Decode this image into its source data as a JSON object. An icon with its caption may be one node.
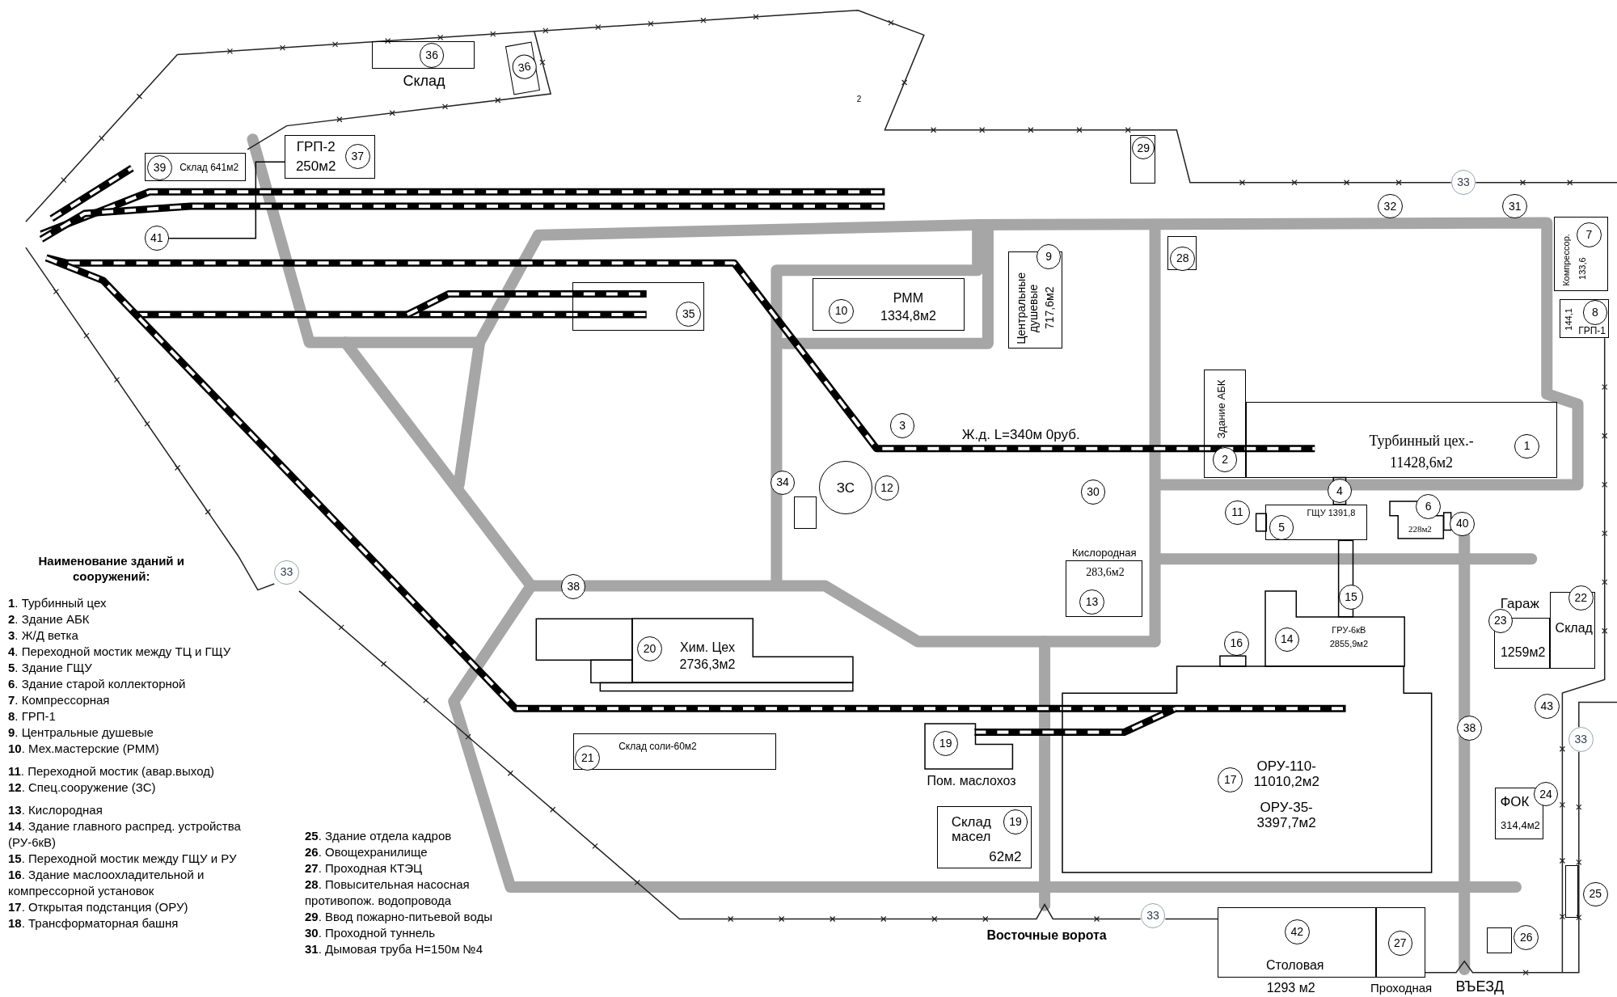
{
  "diagram": {
    "nodes": [
      {
        "text": [
          "Склад"
        ]
      },
      {
        "text": [
          "36"
        ],
        "in": 0
      },
      {
        "text": [],
        "shape": "box"
      },
      {
        "text": [
          "36"
        ],
        "in": 2
      },
      {
        "text": [
          "Склад 641м2"
        ]
      },
      {
        "text": [
          "39"
        ],
        "in": 4
      },
      {
        "text": [
          "ГРП-2",
          "250м2"
        ]
      },
      {
        "text": [
          "37"
        ],
        "in": 6
      },
      {
        "text": [
          "41"
        ]
      },
      {
        "text": [],
        "shape": "box"
      },
      {
        "text": [
          "35"
        ],
        "in": 9
      },
      {
        "text": [
          "РММ",
          "1334,8м2"
        ]
      },
      {
        "text": [
          "10"
        ],
        "in": 11
      },
      {
        "text": [
          "Центральные душевые",
          "717,6м2"
        ]
      },
      {
        "text": [
          "9"
        ]
      },
      {
        "text": [],
        "shape": "box"
      },
      {
        "text": [
          "28"
        ],
        "in": 15
      },
      {
        "text": [],
        "shape": "box"
      },
      {
        "text": [
          "29"
        ],
        "in": 17
      },
      {
        "text": [
          "33"
        ]
      },
      {
        "text": [
          "32"
        ]
      },
      {
        "text": [
          "31"
        ]
      },
      {
        "text": [
          "Компрессор.",
          "133,6"
        ]
      },
      {
        "text": [
          "7"
        ],
        "in": 22
      },
      {
        "text": [
          "144,1",
          "ГРП-1"
        ]
      },
      {
        "text": [
          "8"
        ],
        "in": 24
      },
      {
        "text": [
          "Здание АБК"
        ]
      },
      {
        "text": [
          "2"
        ],
        "in": 26
      },
      {
        "text": [
          "Турбинный цех.-",
          "11428,6м2"
        ]
      },
      {
        "text": [
          "1"
        ],
        "in": 28
      },
      {
        "text": [
          "3"
        ]
      },
      {
        "text": [
          "34"
        ]
      },
      {
        "text": [
          "ЗС"
        ]
      },
      {
        "text": [
          "12"
        ]
      },
      {
        "text": [],
        "shape": "box"
      },
      {
        "text": [
          "30"
        ]
      },
      {
        "text": [
          "4"
        ]
      },
      {
        "text": [
          "11"
        ]
      },
      {
        "text": [
          "ГЩУ 1391,8"
        ]
      },
      {
        "text": [
          "5"
        ],
        "in": 38
      },
      {
        "text": [
          "228м2"
        ]
      },
      {
        "text": [
          "6"
        ]
      },
      {
        "text": [
          "40"
        ]
      },
      {
        "text": [
          "Кислородная",
          "283,6м2"
        ]
      },
      {
        "text": [
          "13"
        ],
        "in": 43
      },
      {
        "text": [
          "38"
        ]
      },
      {
        "text": [
          "Хим. Цех",
          "2736,3м2"
        ]
      },
      {
        "text": [
          "20"
        ],
        "in": 46
      },
      {
        "text": [
          "ГРУ-6кВ",
          "2855,9м2"
        ]
      },
      {
        "text": [
          "14"
        ],
        "in": 48
      },
      {
        "text": [
          "15"
        ]
      },
      {
        "text": [
          "16"
        ]
      },
      {
        "text": [
          "ОРУ-110- 11010,2м2",
          "ОРУ-35- 3397,7м2"
        ]
      },
      {
        "text": [
          "17"
        ],
        "in": 52
      },
      {
        "text": [
          "Гараж",
          "1259м2"
        ]
      },
      {
        "text": [
          "23"
        ]
      },
      {
        "text": [
          "Склад"
        ]
      },
      {
        "text": [
          "22"
        ]
      },
      {
        "text": [
          "43"
        ]
      },
      {
        "text": [
          "38"
        ]
      },
      {
        "text": [
          "Склад соли-60м2"
        ]
      },
      {
        "text": [
          "21"
        ],
        "in": 60
      },
      {
        "text": [
          "Пом. маслохоз"
        ]
      },
      {
        "text": [
          "19"
        ],
        "in": 62
      },
      {
        "text": [
          "33"
        ]
      },
      {
        "text": [
          "ФОК",
          "314,4м2"
        ]
      },
      {
        "text": [
          "24"
        ]
      },
      {
        "text": [
          "Склад масел",
          "62м2"
        ]
      },
      {
        "text": [
          "19"
        ],
        "in": 67
      },
      {
        "text": [],
        "shape": "box"
      },
      {
        "text": [
          "25"
        ]
      },
      {
        "text": [
          "33"
        ]
      },
      {
        "text": [
          "Столовая",
          "1293 м2"
        ]
      },
      {
        "text": [
          "42"
        ],
        "in": 72
      },
      {
        "text": [
          "Проходная"
        ]
      },
      {
        "text": [
          "27"
        ],
        "in": 74
      },
      {
        "text": [],
        "shape": "box"
      },
      {
        "text": [
          "26"
        ]
      },
      {
        "text": [
          "33"
        ]
      }
    ],
    "edges": [
      {
        "from": 8,
        "to": 6,
        "arrow": "none"
      }
    ],
    "labels": [
      "2",
      "Ж.д. L=340м 0руб.",
      "Наименование зданий и сооружений:",
      "**1**. Турбинный цех",
      "**2**. Здание АБК",
      "**3**. Ж/Д ветка",
      "**4**. Переходной мостик между ТЦ и ГЩУ",
      "**5**. Здание ГЩУ",
      "**6**. Здание старой коллекторной",
      "**7**. Компрессорная",
      "**8**. ГРП-1",
      "**9**. Центральные душевые",
      "**10**. Мех.мастерские (РММ)",
      "**11**. Переходной мостик (авар.выход)",
      "**12**. Спец.сооружение (ЗС)",
      "**13**. Кислородная",
      "**14**. Здание главного распред. устройства (РУ-6кВ)",
      "**15**. Переходной мостик между ГЩУ и РУ",
      "**16**. Здание маслоохладительной и компрессорной установок",
      "**17**. Открытая подстанция (ОРУ)",
      "**18**. Трансформаторная башня",
      "**25**. Здание отдела кадров",
      "**26**. Овощехранилище",
      "**27**. Проходная КТЭЦ",
      "**28**. Повысительная насосная противопож. водопровода",
      "**29**. Ввод пожарно-питьевой воды",
      "**30**. Проходной туннель",
      "**31**. Дымовая труба Н=150м №4",
      "Восточные ворота",
      "ВЪЕЗД"
    ]
  }
}
